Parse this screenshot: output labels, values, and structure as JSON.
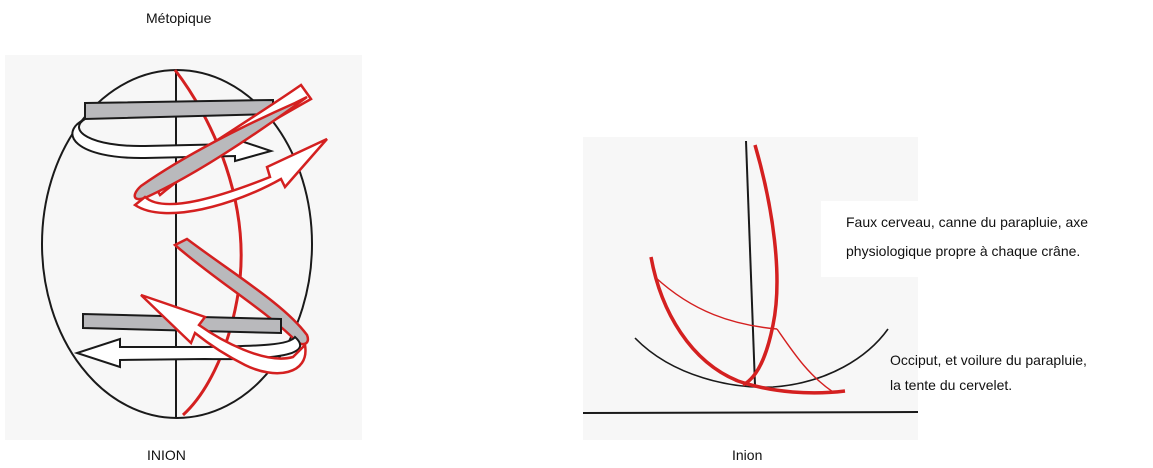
{
  "left_figure": {
    "top_label": "Métopique",
    "bottom_label": "INION"
  },
  "right_figure": {
    "bottom_label": "Inion",
    "annotation_falx": {
      "line1": "Faux cerveau, canne du parapluie, axe",
      "line2": "physiologique propre à chaque crâne."
    },
    "annotation_occiput": {
      "line1": "Occiput, et voilure du parapluie,",
      "line2": "la tente du cervelet."
    }
  },
  "colors": {
    "red": "#d42020",
    "gray": "#b9b9bc",
    "ink": "#1a1a1a",
    "paper": "#f7f7f7"
  }
}
